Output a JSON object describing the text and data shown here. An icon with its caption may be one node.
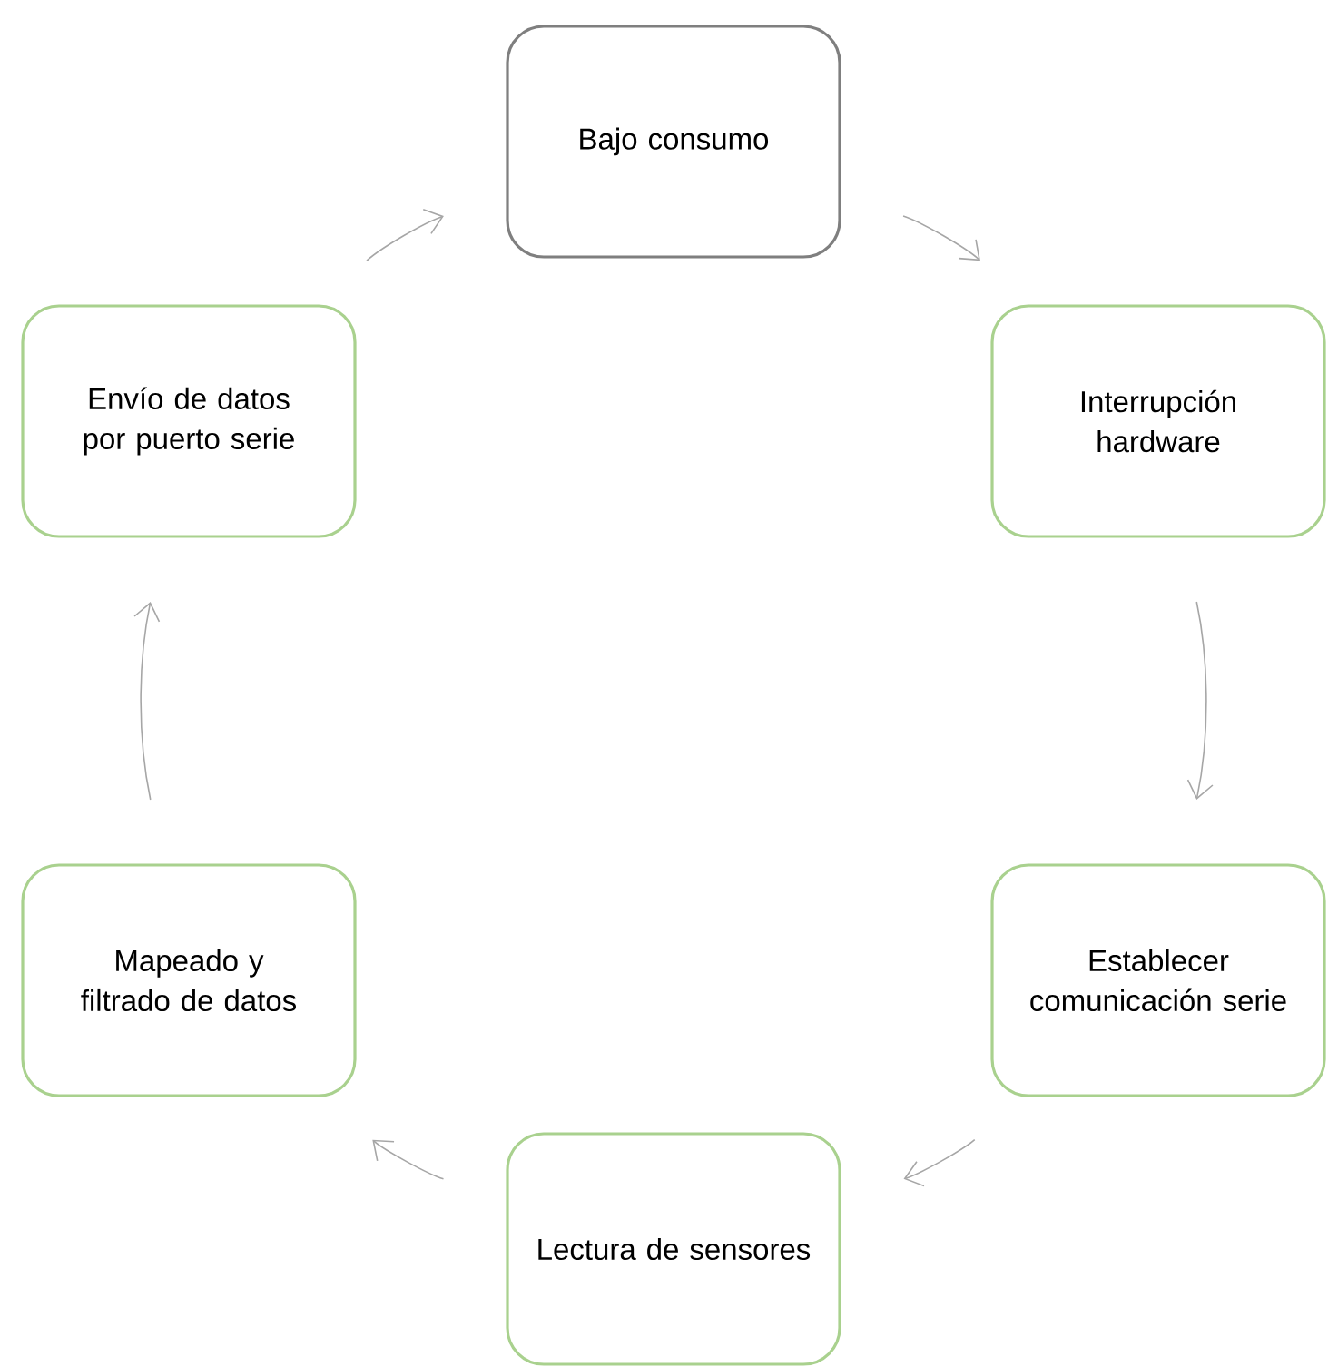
{
  "diagram": {
    "nodes": [
      {
        "text": [
          "Bajo consumo"
        ]
      },
      {
        "text": [
          "Interrupción hardware"
        ]
      },
      {
        "text": [
          "Establecer comunicación serie"
        ]
      },
      {
        "text": [
          "Lectura de sensores"
        ]
      },
      {
        "text": [
          "Mapeado y filtrado de datos"
        ]
      },
      {
        "text": [
          "Envío de datos por puerto serie"
        ]
      }
    ],
    "edges": [
      {
        "from": 0,
        "to": 1,
        "arrow": "to"
      },
      {
        "from": 1,
        "to": 2,
        "arrow": "to"
      },
      {
        "from": 2,
        "to": 3,
        "arrow": "to"
      },
      {
        "from": 3,
        "to": 4,
        "arrow": "to"
      },
      {
        "from": 4,
        "to": 5,
        "arrow": "to"
      },
      {
        "from": 5,
        "to": 0,
        "arrow": "to"
      }
    ]
  }
}
